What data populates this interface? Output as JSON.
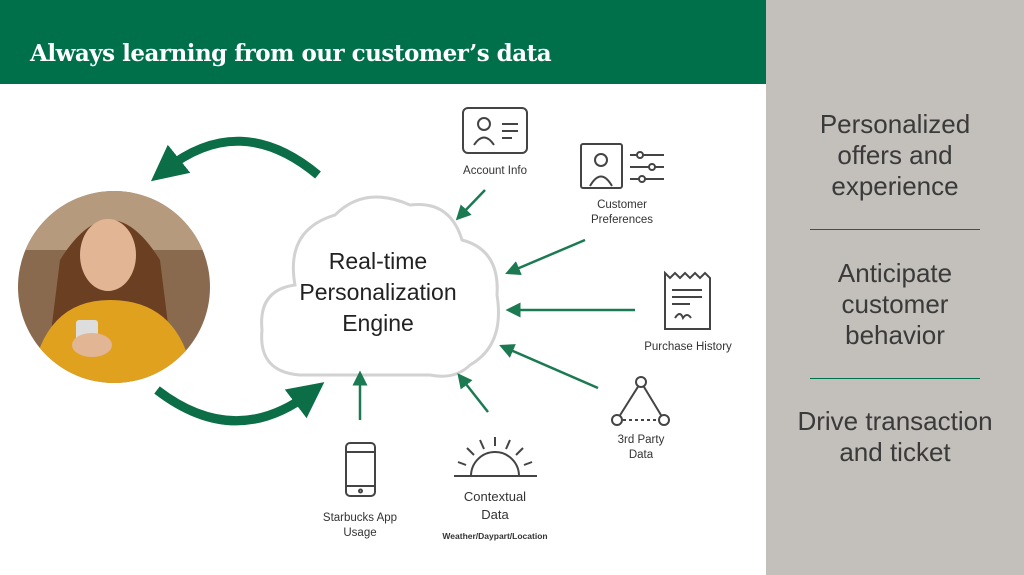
{
  "title": "Always learning from our customer’s data",
  "engine": "Real-time\nPersonalization\nEngine",
  "inputs": {
    "account": "Account Info",
    "preferences": "Customer\nPreferences",
    "purchase": "Purchase History",
    "third_party": "3rd Party\nData",
    "contextual": "Contextual\nData",
    "contextual_sub": "Weather/Daypart/Location",
    "app": "Starbucks App\nUsage"
  },
  "outcomes": [
    "Personalized\noffers and\nexperience",
    "Anticipate\ncustomer\nbehavior",
    "Drive transaction\nand ticket"
  ],
  "colors": {
    "brand_green": "#00704a",
    "panel_gray": "#c3bfba"
  }
}
